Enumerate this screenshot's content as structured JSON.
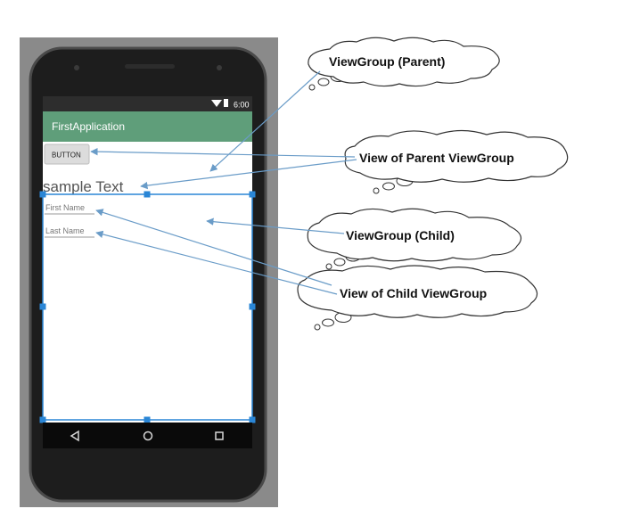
{
  "colors": {
    "device_panel_bg": "#8a8a8a",
    "phone_body": "#1d1d1d",
    "app_bar": "#5f9e7a",
    "status_bar": "#2d2d2d",
    "nav_bar": "#0a0a0a",
    "selection_handles": "#2a86d6",
    "arrows": "#6a9cc8",
    "cloud_stroke": "#333333"
  },
  "status_bar": {
    "time": "6:00",
    "icons": [
      "wifi-icon",
      "battery-icon"
    ]
  },
  "app": {
    "title": "FirstApplication",
    "button_label": "BUTTON",
    "sample_text": "sample Text",
    "first_name_hint": "First Name",
    "last_name_hint": "Last Name"
  },
  "nav_bar": {
    "icons": [
      "back-icon",
      "home-icon",
      "recents-icon"
    ]
  },
  "callouts": {
    "viewgroup_parent": "ViewGroup (Parent)",
    "view_of_parent": "View of Parent ViewGroup",
    "viewgroup_child": "ViewGroup (Child)",
    "view_of_child": "View of Child ViewGroup"
  }
}
